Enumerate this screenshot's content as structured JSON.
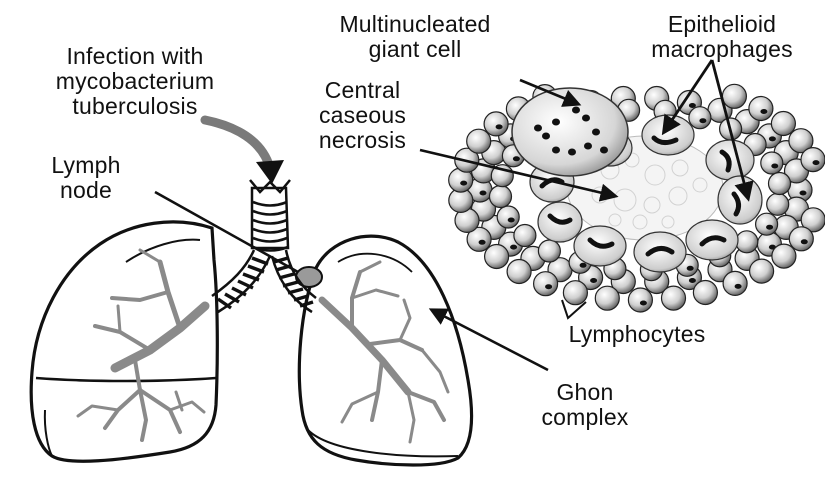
{
  "labels": {
    "infection": [
      "Infection with",
      "mycobacterium",
      "tuberculosis"
    ],
    "lymph_node": [
      "Lymph",
      "node"
    ],
    "giant_cell": [
      "Multinucleated",
      "giant cell"
    ],
    "epithelioid": [
      "Epithelioid",
      "macrophages"
    ],
    "necrosis": [
      "Central",
      "caseous",
      "necrosis"
    ],
    "lymphocytes": [
      "Lymphocytes"
    ],
    "ghon": [
      "Ghon",
      "complex"
    ]
  },
  "colors": {
    "outline": "#111111",
    "branch": "#8a8a8a",
    "cell_fill": "#d9d9d9",
    "necrosis": "#f4f4f4"
  }
}
